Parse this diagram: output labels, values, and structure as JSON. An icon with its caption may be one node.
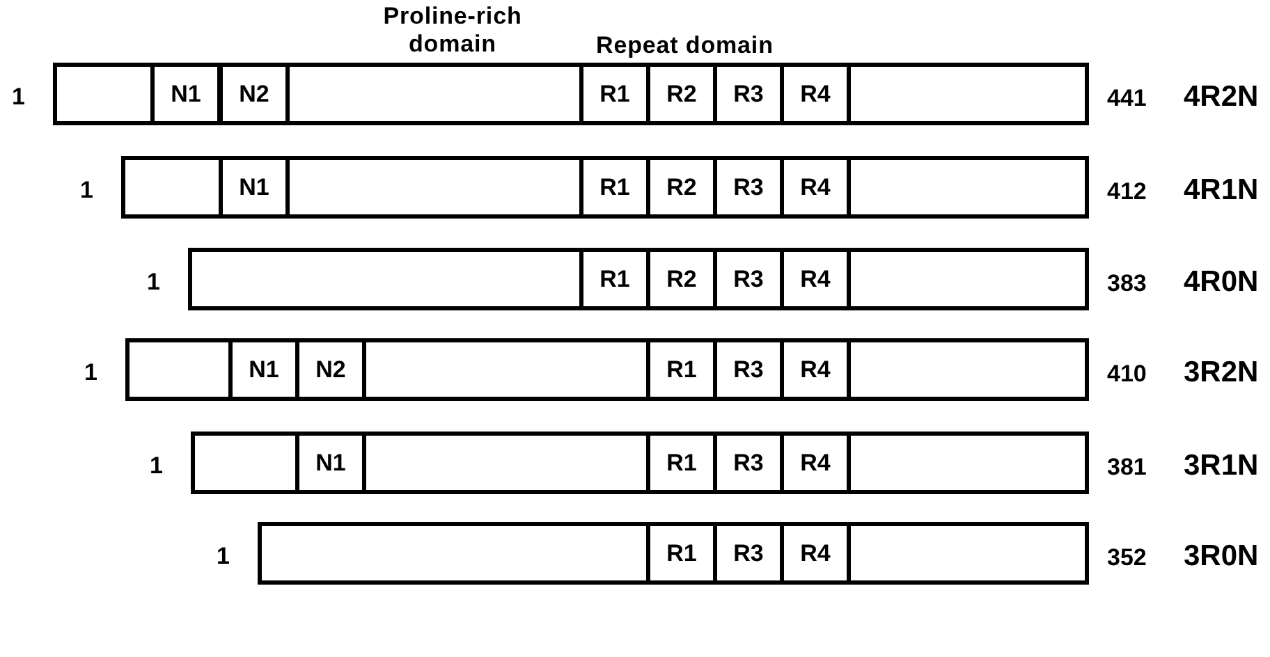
{
  "diagram": {
    "nodes": [
      {
        "text": [],
        "shape": "bar",
        "beside": [
          "1",
          "441",
          "4R2N"
        ]
      },
      {
        "text": [
          "N1"
        ],
        "in": 0
      },
      {
        "text": [
          "N2"
        ],
        "in": 0
      },
      {
        "text": [
          "R1"
        ],
        "in": 0
      },
      {
        "text": [
          "R2"
        ],
        "in": 0
      },
      {
        "text": [
          "R3"
        ],
        "in": 0
      },
      {
        "text": [
          "R4"
        ],
        "in": 0
      },
      {
        "text": [],
        "shape": "bar",
        "beside": [
          "1",
          "412",
          "4R1N"
        ]
      },
      {
        "text": [
          "N1"
        ],
        "in": 7
      },
      {
        "text": [
          "R1"
        ],
        "in": 7
      },
      {
        "text": [
          "R2"
        ],
        "in": 7
      },
      {
        "text": [
          "R3"
        ],
        "in": 7
      },
      {
        "text": [
          "R4"
        ],
        "in": 7
      },
      {
        "text": [],
        "shape": "bar",
        "beside": [
          "1",
          "383",
          "4R0N"
        ]
      },
      {
        "text": [
          "R1"
        ],
        "in": 13
      },
      {
        "text": [
          "R2"
        ],
        "in": 13
      },
      {
        "text": [
          "R3"
        ],
        "in": 13
      },
      {
        "text": [
          "R4"
        ],
        "in": 13
      },
      {
        "text": [],
        "shape": "bar",
        "beside": [
          "1",
          "410",
          "3R2N"
        ]
      },
      {
        "text": [
          "N1"
        ],
        "in": 18
      },
      {
        "text": [
          "N2"
        ],
        "in": 18
      },
      {
        "text": [
          "R1"
        ],
        "in": 18
      },
      {
        "text": [
          "R3"
        ],
        "in": 18
      },
      {
        "text": [
          "R4"
        ],
        "in": 18
      },
      {
        "text": [],
        "shape": "bar",
        "beside": [
          "1",
          "381",
          "3R1N"
        ]
      },
      {
        "text": [
          "N1"
        ],
        "in": 24
      },
      {
        "text": [
          "R1"
        ],
        "in": 24
      },
      {
        "text": [
          "R3"
        ],
        "in": 24
      },
      {
        "text": [
          "R4"
        ],
        "in": 24
      },
      {
        "text": [],
        "shape": "bar",
        "beside": [
          "1",
          "352",
          "3R0N"
        ]
      },
      {
        "text": [
          "R1"
        ],
        "in": 29
      },
      {
        "text": [
          "R3"
        ],
        "in": 29
      },
      {
        "text": [
          "R4"
        ],
        "in": 29
      }
    ],
    "labels": [
      "Proline-rich domain",
      "Repeat domain"
    ]
  }
}
